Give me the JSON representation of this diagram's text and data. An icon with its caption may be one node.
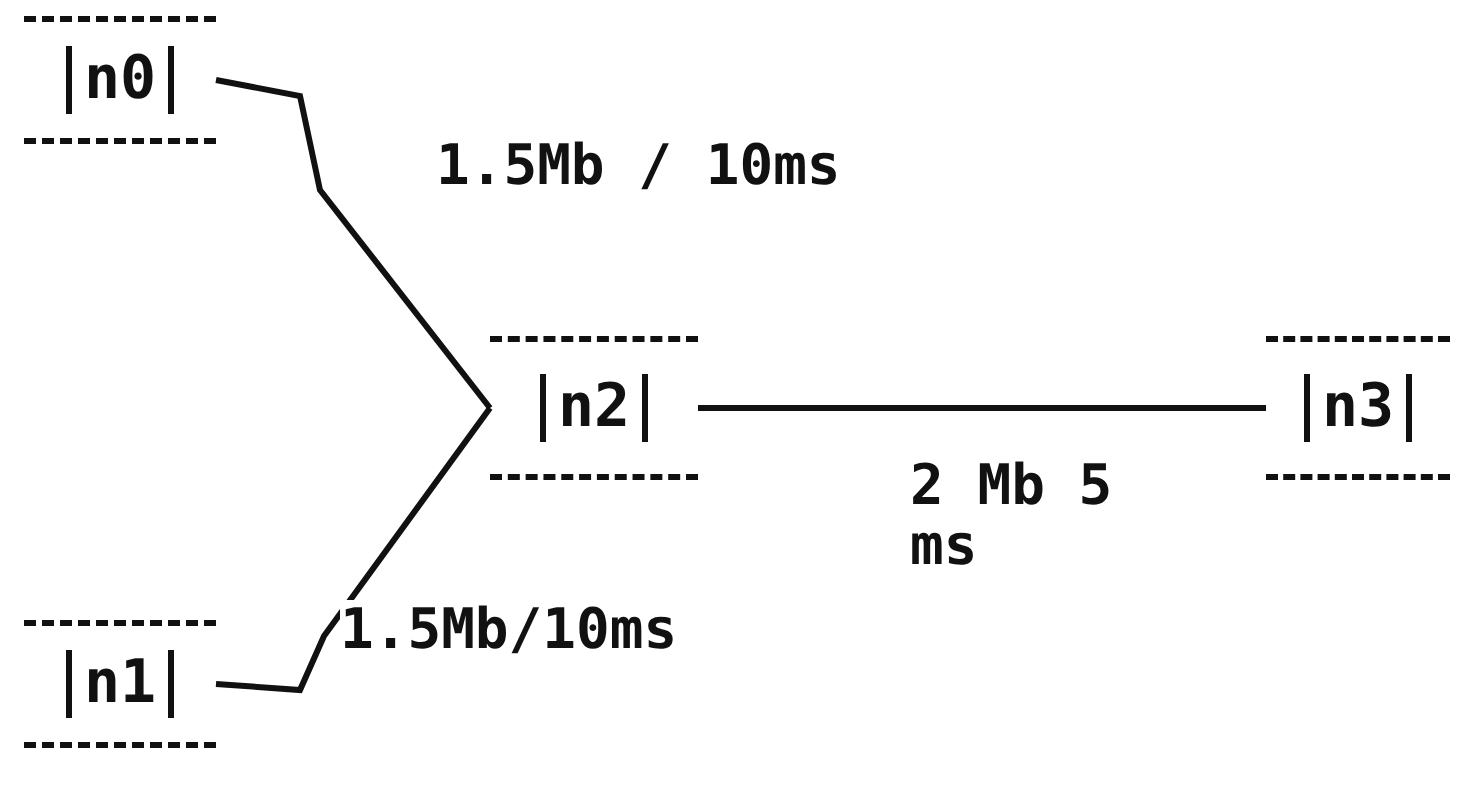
{
  "diagram": {
    "nodes": [
      {
        "text": [
          "n0"
        ]
      },
      {
        "text": [
          "n1"
        ]
      },
      {
        "text": [
          "n2"
        ]
      },
      {
        "text": [
          "n3"
        ]
      }
    ],
    "edges": [
      {
        "from": 0,
        "to": 2,
        "arrow": "none",
        "label": "1.5Mb / 10ms"
      },
      {
        "from": 1,
        "to": 2,
        "arrow": "none",
        "label": "1.5Mb/10ms"
      },
      {
        "from": 2,
        "to": 3,
        "arrow": "none",
        "label": "2 Mb 5 ms"
      }
    ]
  }
}
